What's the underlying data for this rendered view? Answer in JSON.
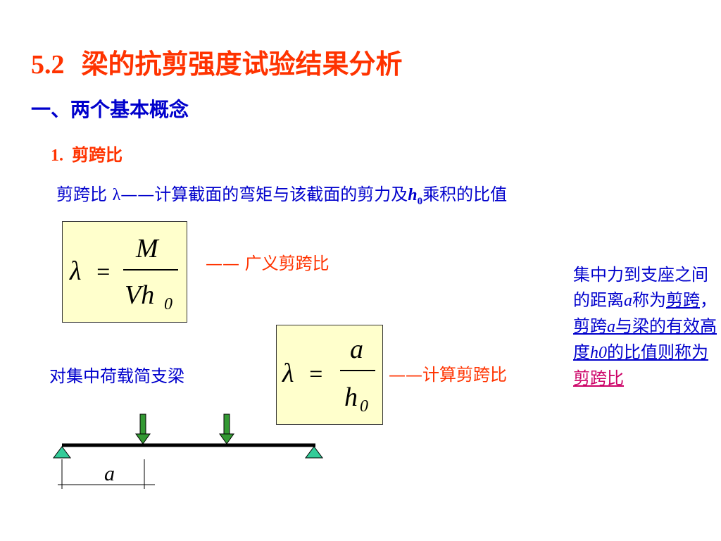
{
  "title": {
    "number": "5.2",
    "text": "梁的抗剪强度试验结果分析"
  },
  "subtitle": "一、两个基本概念",
  "item1": {
    "number": "1.",
    "text": "剪跨比"
  },
  "definition": {
    "prefix": "剪跨比 ",
    "symbol": "λ",
    "dash": "——",
    "text": "计算截面的弯矩与该截面的剪力及",
    "var": "h",
    "sub": "0",
    "suffix": "乘积的比值"
  },
  "formula1": {
    "lhs": "λ",
    "eq": "=",
    "numerator": "M",
    "denominator": "Vh",
    "den_sub": "0",
    "label": "—— 广义剪跨比"
  },
  "formula2": {
    "lhs": "λ",
    "eq": "=",
    "numerator": "a",
    "denominator": "h",
    "den_sub": "0",
    "label": "——计算剪跨比"
  },
  "left_label": "对集中荷载简支梁",
  "beam": {
    "span_label": "a",
    "load_color": "#339933",
    "support_color": "#33cc99"
  },
  "note": {
    "p1": "集中力到支座之间的距离",
    "a1": "a",
    "p2": "称为",
    "u1": "剪跨",
    "p3": "，",
    "u2a": "剪跨",
    "u2b": "a",
    "u2c": "与梁的有效高度",
    "u2d": "h0",
    "u2e": "的比值则称为",
    "pink": "剪跨比"
  }
}
